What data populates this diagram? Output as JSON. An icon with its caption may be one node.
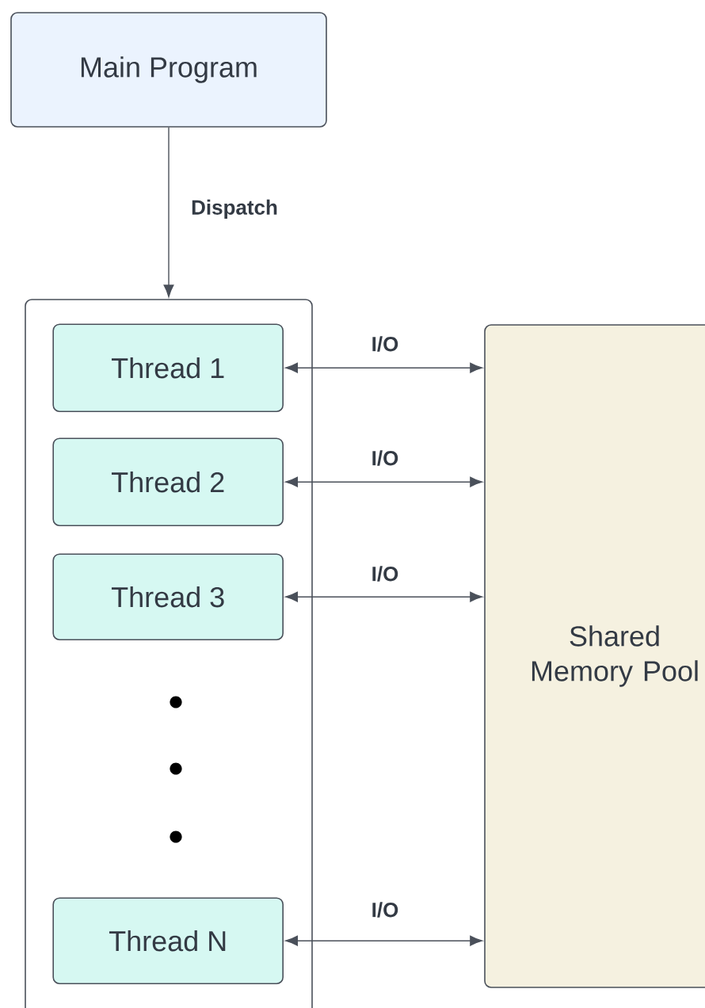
{
  "diagram": {
    "nodes": [
      {
        "text": [
          "Main Program"
        ]
      },
      {
        "text": [],
        "shape": "box"
      },
      {
        "text": [
          "Thread 1"
        ],
        "in": 1
      },
      {
        "text": [
          "Thread 2"
        ],
        "in": 1
      },
      {
        "text": [
          "Thread 3"
        ],
        "in": 1
      },
      {
        "text": [
          "Thread N"
        ],
        "in": 1
      },
      {
        "text": [
          "Shared Memory Pool"
        ]
      }
    ],
    "edges": [
      {
        "from": 0,
        "to": 1,
        "arrow": "to",
        "label": "Dispatch"
      },
      {
        "from": 2,
        "to": 6,
        "arrow": "both",
        "label": "I/O"
      },
      {
        "from": 3,
        "to": 6,
        "arrow": "both",
        "label": "I/O"
      },
      {
        "from": 4,
        "to": 6,
        "arrow": "both",
        "label": "I/O"
      },
      {
        "from": 5,
        "to": 6,
        "arrow": "both",
        "label": "I/O"
      }
    ]
  }
}
